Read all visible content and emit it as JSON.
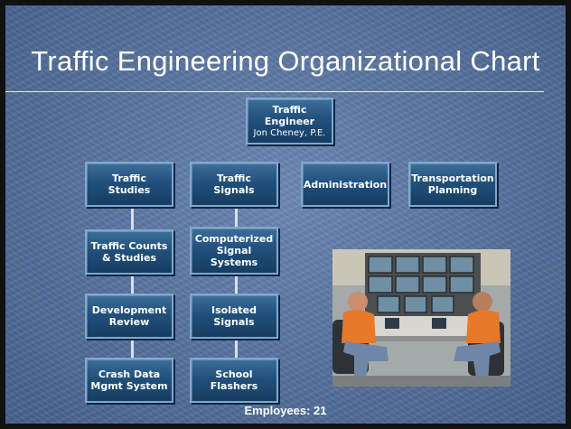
{
  "slide": {
    "title": "Traffic Engineering Organizational Chart",
    "footer": "Employees: 21"
  },
  "org": {
    "head": {
      "title": "Traffic Engineer",
      "name": "Jon Cheney, P.E."
    },
    "units": {
      "traffic_studies": "Traffic Studies",
      "traffic_signals": "Traffic Signals",
      "administration": "Administration",
      "transportation_planning": [
        "Transportation",
        "Planning"
      ]
    },
    "studies_subunits": {
      "counts": [
        "Traffic Counts",
        "& Studies"
      ],
      "development": [
        "Development",
        "Review"
      ],
      "crash": [
        "Crash Data",
        "Mgmt System"
      ]
    },
    "signals_subunits": {
      "computerized": [
        "Computerized",
        "Signal",
        "Systems"
      ],
      "isolated": "Isolated Signals",
      "school": "School Flashers"
    }
  },
  "colors": {
    "background": "#56719c",
    "box_fill": "#21507c",
    "box_border": "#7fa8cd",
    "text": "#ffffff"
  },
  "photo": {
    "subject": "two-staff-in-signal-control-room"
  }
}
